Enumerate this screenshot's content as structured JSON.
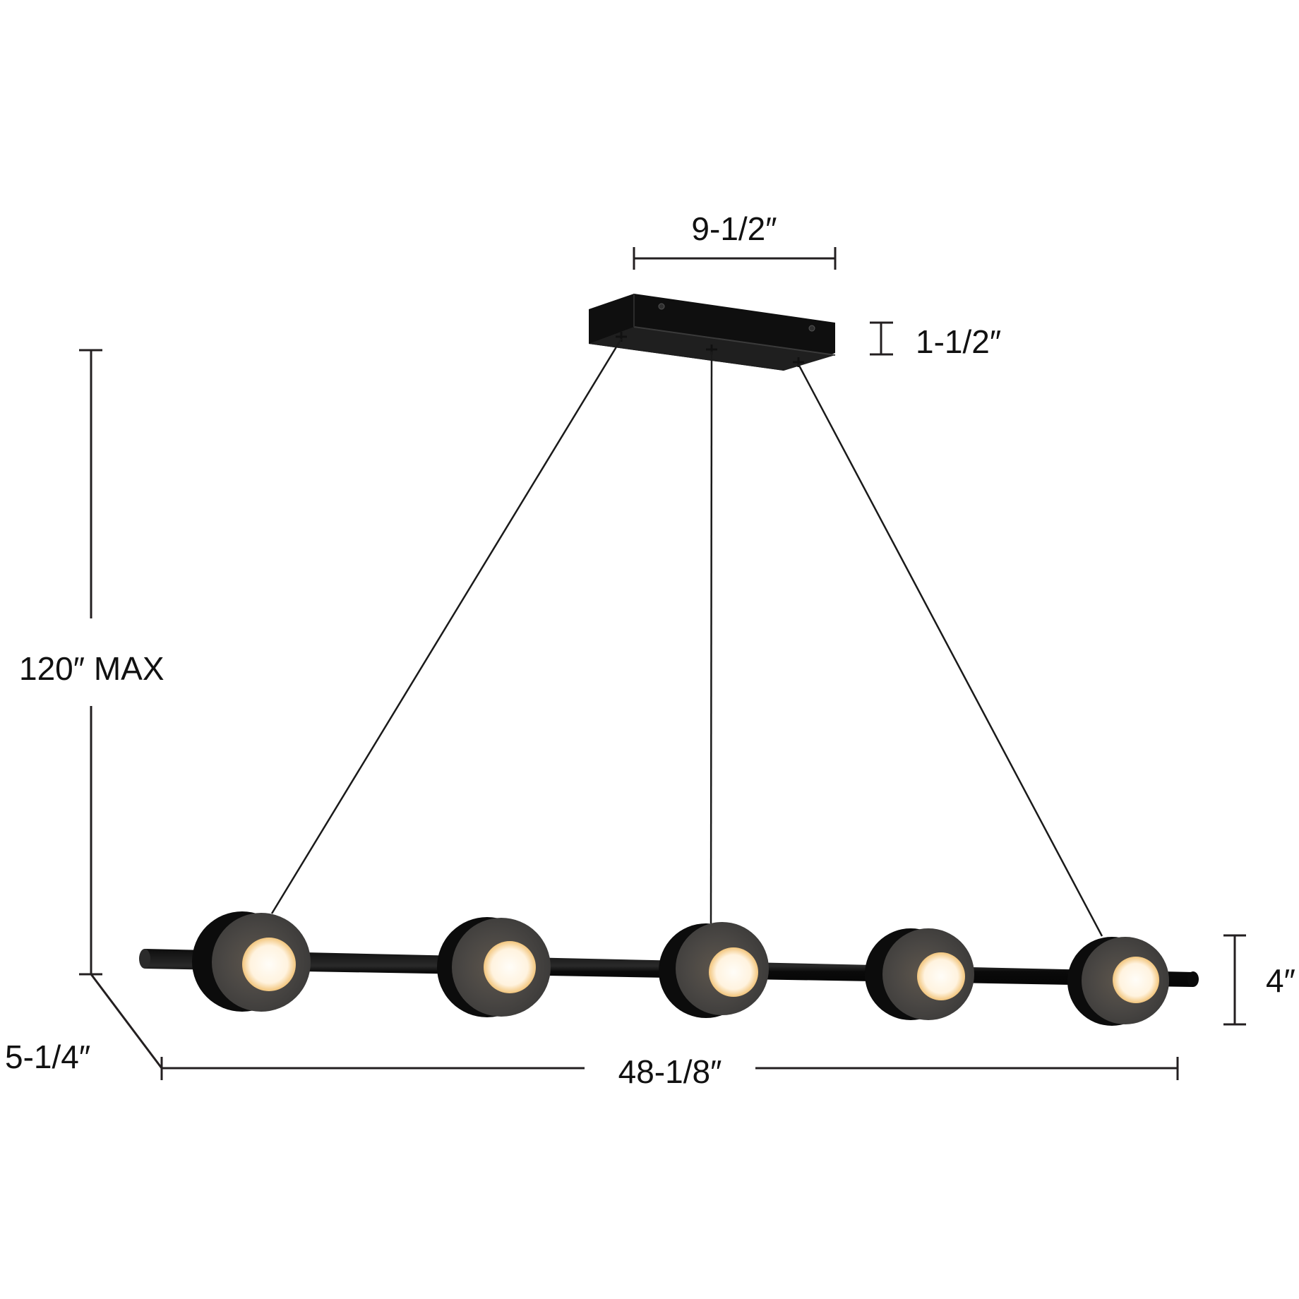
{
  "diagram": {
    "subject": "5-light linear pendant with rectangular canopy",
    "colors": {
      "background": "#ffffff",
      "dimension_line": "#231f20",
      "fixture_black": "#111111",
      "disc_grey": "#4a4846",
      "bulb_glow": "#fff6e6",
      "bulb_edge": "#f0c47a"
    },
    "dimensions": {
      "canopy_width": "9-1/2″",
      "canopy_height": "1-1/2″",
      "overall_height": "120″ MAX",
      "depth": "5-1/4″",
      "overall_length": "48-1/8″",
      "shade_height": "4″"
    },
    "light_count": 5
  }
}
